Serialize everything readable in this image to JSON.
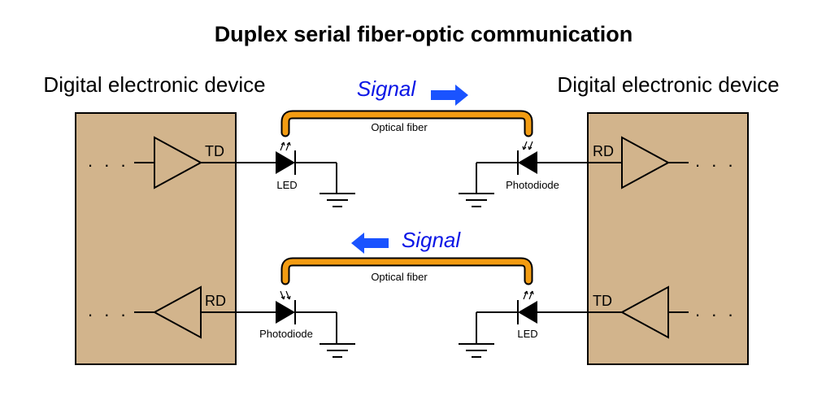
{
  "title": "Duplex serial fiber-optic communication",
  "devices": {
    "left_label": "Digital electronic device",
    "right_label": "Digital electronic device"
  },
  "top_channel": {
    "signal_label": "Signal",
    "signal_direction": "right",
    "fiber_label": "Optical fiber",
    "left_pin": "TD",
    "right_pin": "RD",
    "left_component": "LED",
    "right_component": "Photodiode"
  },
  "bottom_channel": {
    "signal_label": "Signal",
    "signal_direction": "left",
    "fiber_label": "Optical fiber",
    "left_pin": "RD",
    "right_pin": "TD",
    "left_component": "Photodiode",
    "right_component": "LED"
  },
  "ellipsis": ". . .",
  "colors": {
    "device_fill": "#d2b48c",
    "fiber": "#f39c12",
    "signal_text": "#0b16e6",
    "signal_arrow": "#1a53ff"
  }
}
